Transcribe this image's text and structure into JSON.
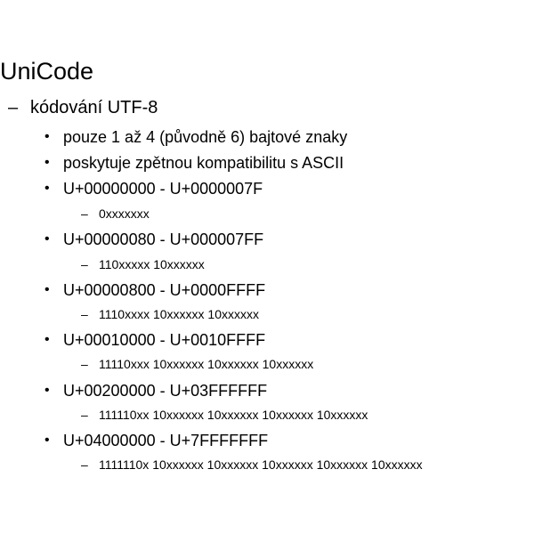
{
  "title": "UniCode",
  "subheading": {
    "marker": "–",
    "label": "kódování UTF-8"
  },
  "bullet_marker": "•",
  "sub_marker": "–",
  "bullets": [
    {
      "text": "pouze 1 až 4 (původně 6) bajtové znaky",
      "detail": null
    },
    {
      "text": "poskytuje zpětnou kompatibilitu s ASCII",
      "detail": null
    },
    {
      "text": "U+00000000 - U+0000007F",
      "detail": "0xxxxxxx"
    },
    {
      "text": "U+00000080 - U+000007FF",
      "detail": "110xxxxx 10xxxxxx"
    },
    {
      "text": "U+00000800 - U+0000FFFF",
      "detail": "1110xxxx 10xxxxxx 10xxxxxx"
    },
    {
      "text": "U+00010000 - U+0010FFFF",
      "detail": "11110xxx 10xxxxxx 10xxxxxx 10xxxxxx"
    },
    {
      "text": "U+00200000 - U+03FFFFFF",
      "detail": "111110xx 10xxxxxx 10xxxxxx 10xxxxxx 10xxxxxx"
    },
    {
      "text": "U+04000000 - U+7FFFFFFF",
      "detail": "1111110x 10xxxxxx 10xxxxxx 10xxxxxx 10xxxxxx 10xxxxxx"
    }
  ]
}
